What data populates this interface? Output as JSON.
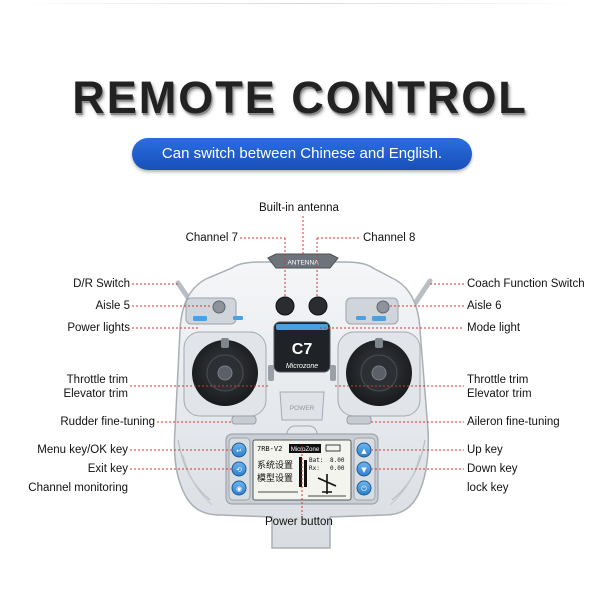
{
  "header": {
    "title": "REMOTE CONTROL",
    "subtitle": "Can switch between Chinese and English."
  },
  "device": {
    "antenna_tag": "ANTENNA",
    "power_tag": "POWER",
    "brand": "Microzone",
    "model": "C7",
    "screen": {
      "line1": "7RB-V2",
      "mode_badge": "MicroZone",
      "menu1": "系统设置",
      "menu2": "模型设置",
      "bat_label": "Bat:",
      "bat_value": "8.00",
      "rx_label": "Rx:",
      "rx_value": "0.00"
    }
  },
  "labels": {
    "antenna": "Built-in antenna",
    "channel7": "Channel 7",
    "channel8": "Channel 8",
    "dr_switch": "D/R Switch",
    "aisle5": "Aisle 5",
    "power_lights": "Power lights",
    "coach_switch": "Coach Function Switch",
    "aisle6": "Aisle 6",
    "mode_light": "Mode light",
    "throttle_trim_l": "Throttle trim",
    "elevator_trim_l": "Elevator trim",
    "throttle_trim_r": "Throttle trim",
    "elevator_trim_r": "Elevator trim",
    "rudder": "Rudder fine-tuning",
    "aileron": "Aileron fine-tuning",
    "menu_ok": "Menu key/OK key",
    "exit_key": "Exit key",
    "channel_monitoring": "Channel monitoring",
    "up_key": "Up key",
    "down_key": "Down key",
    "lock_key": "lock key",
    "power_button": "Power button"
  },
  "colors": {
    "leader": "#d9352b",
    "banner": "#1f5cc8",
    "body": "#eaedf0",
    "accent_blue": "#4aa0e0"
  }
}
